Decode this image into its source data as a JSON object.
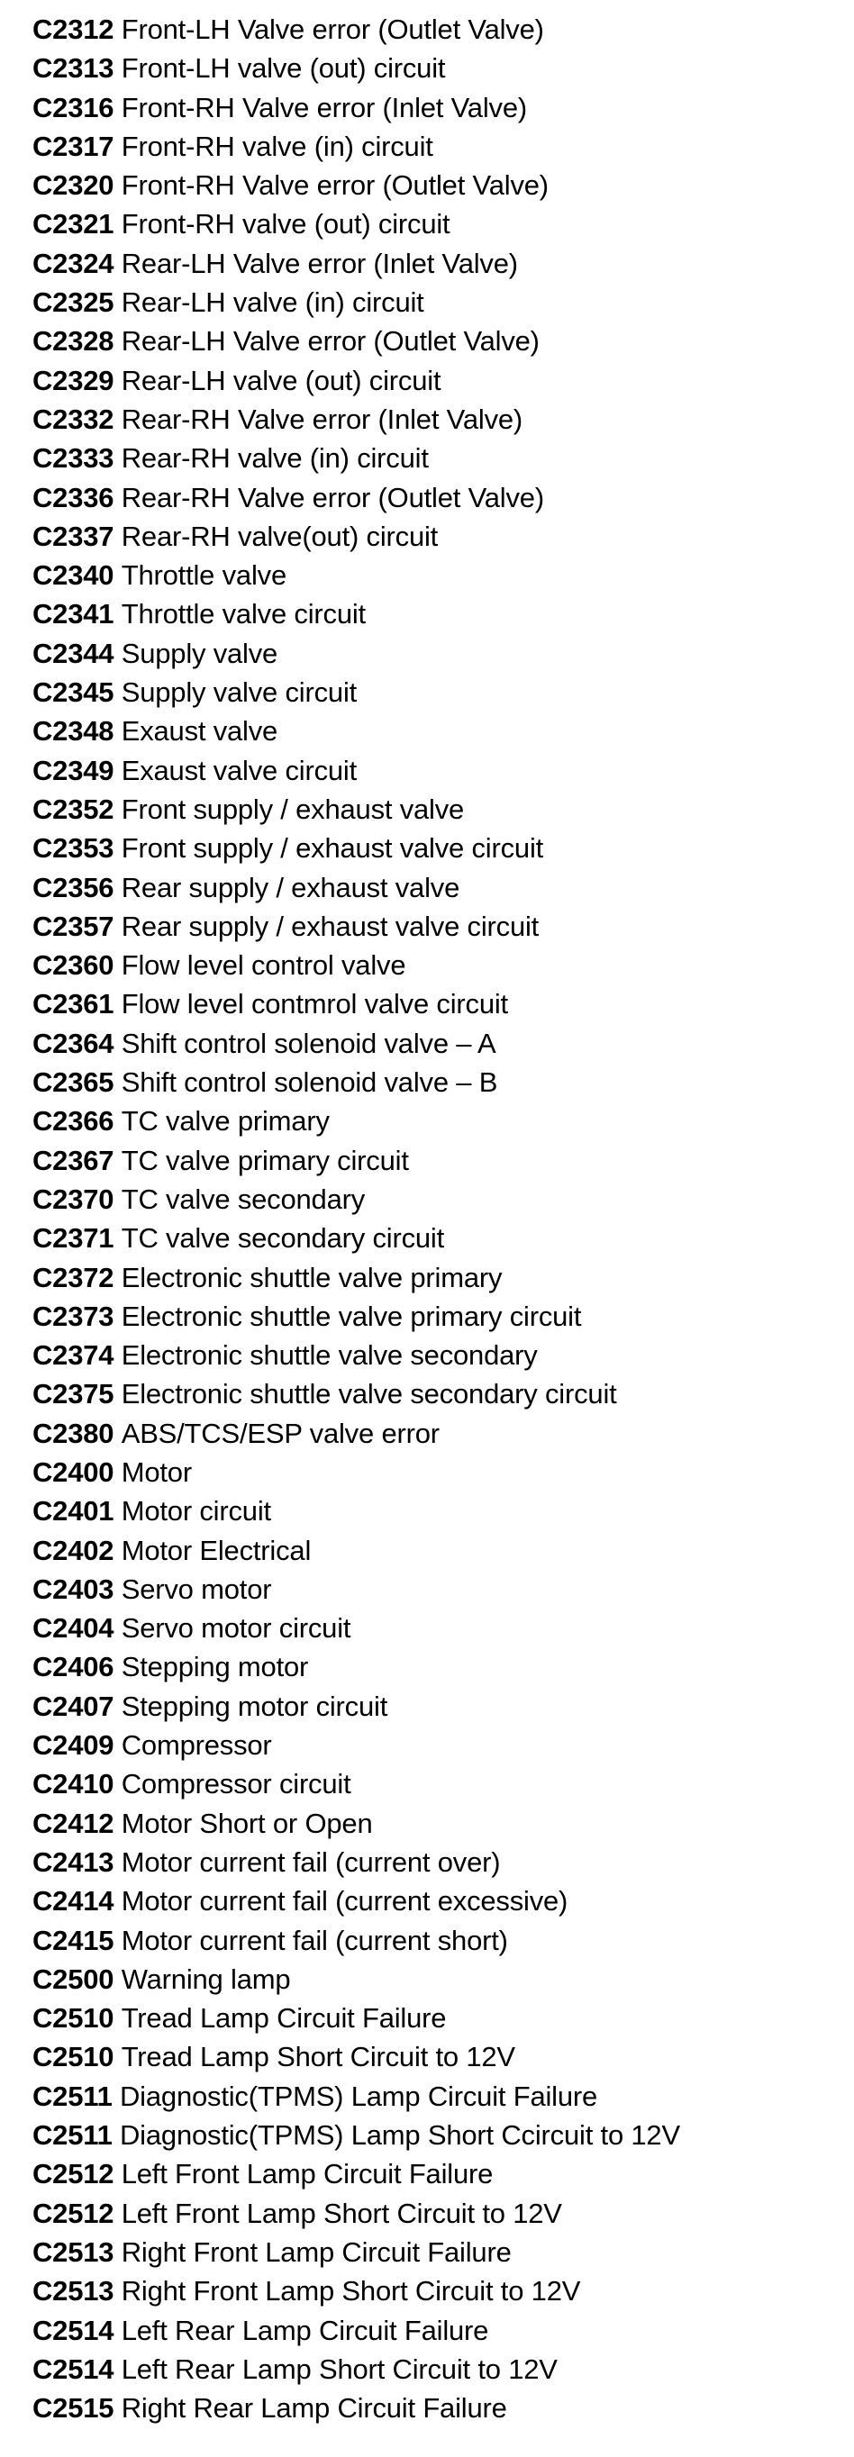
{
  "page": {
    "background_color": "#ffffff",
    "text_color": "#000000"
  },
  "document": {
    "codes": [
      {
        "code": "C2312",
        "description": "Front-LH Valve error (Outlet Valve)"
      },
      {
        "code": "C2313",
        "description": "Front-LH valve (out) circuit"
      },
      {
        "code": "C2316",
        "description": "Front-RH Valve error (Inlet Valve)"
      },
      {
        "code": "C2317",
        "description": "Front-RH valve (in) circuit"
      },
      {
        "code": "C2320",
        "description": "Front-RH Valve error (Outlet Valve)"
      },
      {
        "code": "C2321",
        "description": "Front-RH valve (out) circuit"
      },
      {
        "code": "C2324",
        "description": "Rear-LH Valve error (Inlet Valve)"
      },
      {
        "code": "C2325",
        "description": "Rear-LH valve (in) circuit"
      },
      {
        "code": "C2328",
        "description": "Rear-LH Valve error (Outlet Valve)"
      },
      {
        "code": "C2329",
        "description": "Rear-LH valve (out) circuit"
      },
      {
        "code": "C2332",
        "description": "Rear-RH Valve error (Inlet Valve)"
      },
      {
        "code": "C2333",
        "description": "Rear-RH valve (in) circuit"
      },
      {
        "code": "C2336",
        "description": "Rear-RH Valve error (Outlet Valve)"
      },
      {
        "code": "C2337",
        "description": "Rear-RH valve(out) circuit"
      },
      {
        "code": "C2340",
        "description": "Throttle valve"
      },
      {
        "code": "C2341",
        "description": "Throttle valve circuit"
      },
      {
        "code": "C2344",
        "description": "Supply valve"
      },
      {
        "code": "C2345",
        "description": "Supply valve circuit"
      },
      {
        "code": "C2348",
        "description": "Exaust valve"
      },
      {
        "code": "C2349",
        "description": "Exaust valve circuit"
      },
      {
        "code": "C2352",
        "description": "Front supply / exhaust valve"
      },
      {
        "code": "C2353",
        "description": "Front supply / exhaust valve circuit"
      },
      {
        "code": "C2356",
        "description": "Rear supply / exhaust valve"
      },
      {
        "code": "C2357",
        "description": "Rear supply / exhaust valve circuit"
      },
      {
        "code": "C2360",
        "description": "Flow level control valve"
      },
      {
        "code": "C2361",
        "description": "Flow level contmrol valve circuit"
      },
      {
        "code": "C2364",
        "description": "Shift control solenoid valve – A"
      },
      {
        "code": "C2365",
        "description": "Shift control solenoid valve – B"
      },
      {
        "code": "C2366",
        "description": "TC valve primary"
      },
      {
        "code": "C2367",
        "description": "TC valve primary circuit"
      },
      {
        "code": "C2370",
        "description": "TC valve secondary"
      },
      {
        "code": "C2371",
        "description": "TC valve secondary circuit"
      },
      {
        "code": "C2372",
        "description": "Electronic shuttle valve primary"
      },
      {
        "code": "C2373",
        "description": "Electronic shuttle valve primary circuit"
      },
      {
        "code": "C2374",
        "description": "Electronic shuttle valve secondary"
      },
      {
        "code": "C2375",
        "description": "Electronic shuttle valve secondary circuit"
      },
      {
        "code": "C2380",
        "description": "ABS/TCS/ESP valve error"
      },
      {
        "code": "C2400",
        "description": "Motor"
      },
      {
        "code": "C2401",
        "description": "Motor circuit"
      },
      {
        "code": "C2402",
        "description": "Motor Electrical"
      },
      {
        "code": "C2403",
        "description": "Servo motor"
      },
      {
        "code": "C2404",
        "description": "Servo motor circuit"
      },
      {
        "code": "C2406",
        "description": "Stepping motor"
      },
      {
        "code": "C2407",
        "description": "Stepping motor circuit"
      },
      {
        "code": "C2409",
        "description": "Compressor"
      },
      {
        "code": "C2410",
        "description": "Compressor circuit"
      },
      {
        "code": "C2412",
        "description": "Motor Short or Open"
      },
      {
        "code": "C2413",
        "description": "Motor current fail (current over)"
      },
      {
        "code": "C2414",
        "description": "Motor current fail (current excessive)"
      },
      {
        "code": "C2415",
        "description": "Motor current fail (current short)"
      },
      {
        "code": "C2500",
        "description": "Warning lamp"
      },
      {
        "code": "C2510",
        "description": "Tread Lamp Circuit Failure"
      },
      {
        "code": "C2510",
        "description": "Tread Lamp Short Circuit to 12V"
      },
      {
        "code": "C2511",
        "description": "Diagnostic(TPMS) Lamp Circuit Failure"
      },
      {
        "code": "C2511",
        "description": "Diagnostic(TPMS) Lamp Short Ccircuit to 12V"
      },
      {
        "code": "C2512",
        "description": "Left Front Lamp Circuit Failure"
      },
      {
        "code": "C2512",
        "description": "Left Front Lamp Short Circuit to 12V"
      },
      {
        "code": "C2513",
        "description": "Right Front Lamp Circuit Failure"
      },
      {
        "code": "C2513",
        "description": "Right Front Lamp Short Circuit to 12V"
      },
      {
        "code": "C2514",
        "description": "Left Rear Lamp Circuit Failure"
      },
      {
        "code": "C2514",
        "description": "Left Rear Lamp Short Circuit to 12V"
      },
      {
        "code": "C2515",
        "description": "Right Rear Lamp Circuit Failure"
      }
    ]
  }
}
